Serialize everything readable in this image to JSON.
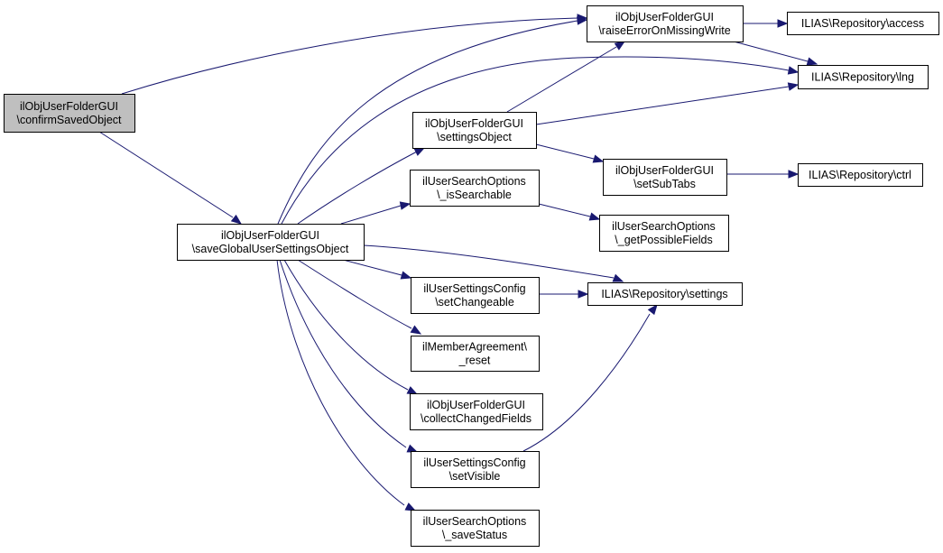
{
  "diagram": {
    "type": "call-graph",
    "colors": {
      "edge": "#191970",
      "root_fill": "#bfbfbf",
      "node_fill": "#ffffff",
      "border": "#000000"
    },
    "nodes": [
      {
        "id": "confirm",
        "lines": [
          "ilObjUserFolderGUI",
          "\\confirmSavedObject"
        ],
        "root": true
      },
      {
        "id": "saveGlobal",
        "lines": [
          "ilObjUserFolderGUI",
          "\\saveGlobalUserSettingsObject"
        ]
      },
      {
        "id": "raiseError",
        "lines": [
          "ilObjUserFolderGUI",
          "\\raiseErrorOnMissingWrite"
        ]
      },
      {
        "id": "access",
        "lines": [
          "ILIAS\\Repository\\access"
        ]
      },
      {
        "id": "lng",
        "lines": [
          "ILIAS\\Repository\\lng"
        ]
      },
      {
        "id": "settingsObject",
        "lines": [
          "ilObjUserFolderGUI",
          "\\settingsObject"
        ]
      },
      {
        "id": "setSubTabs",
        "lines": [
          "ilObjUserFolderGUI",
          "\\setSubTabs"
        ]
      },
      {
        "id": "ctrl",
        "lines": [
          "ILIAS\\Repository\\ctrl"
        ]
      },
      {
        "id": "isSearchable",
        "lines": [
          "ilUserSearchOptions",
          "\\_isSearchable"
        ]
      },
      {
        "id": "getPossibleFields",
        "lines": [
          "ilUserSearchOptions",
          "\\_getPossibleFields"
        ]
      },
      {
        "id": "settings",
        "lines": [
          "ILIAS\\Repository\\settings"
        ]
      },
      {
        "id": "setChangeable",
        "lines": [
          "ilUserSettingsConfig",
          "\\setChangeable"
        ]
      },
      {
        "id": "reset",
        "lines": [
          "ilMemberAgreement\\",
          "_reset"
        ]
      },
      {
        "id": "collectChangedFields",
        "lines": [
          "ilObjUserFolderGUI",
          "\\collectChangedFields"
        ]
      },
      {
        "id": "setVisible",
        "lines": [
          "ilUserSettingsConfig",
          "\\setVisible"
        ]
      },
      {
        "id": "saveStatus",
        "lines": [
          "ilUserSearchOptions",
          "\\_saveStatus"
        ]
      }
    ],
    "edges": [
      {
        "from": "confirm",
        "to": "raiseError"
      },
      {
        "from": "confirm",
        "to": "saveGlobal"
      },
      {
        "from": "saveGlobal",
        "to": "raiseError"
      },
      {
        "from": "saveGlobal",
        "to": "lng"
      },
      {
        "from": "saveGlobal",
        "to": "settingsObject"
      },
      {
        "from": "saveGlobal",
        "to": "isSearchable"
      },
      {
        "from": "saveGlobal",
        "to": "settings"
      },
      {
        "from": "saveGlobal",
        "to": "setChangeable"
      },
      {
        "from": "saveGlobal",
        "to": "reset"
      },
      {
        "from": "saveGlobal",
        "to": "collectChangedFields"
      },
      {
        "from": "saveGlobal",
        "to": "setVisible"
      },
      {
        "from": "saveGlobal",
        "to": "saveStatus"
      },
      {
        "from": "raiseError",
        "to": "access"
      },
      {
        "from": "raiseError",
        "to": "lng"
      },
      {
        "from": "settingsObject",
        "to": "raiseError"
      },
      {
        "from": "settingsObject",
        "to": "lng"
      },
      {
        "from": "settingsObject",
        "to": "setSubTabs"
      },
      {
        "from": "setSubTabs",
        "to": "ctrl"
      },
      {
        "from": "isSearchable",
        "to": "getPossibleFields"
      },
      {
        "from": "setChangeable",
        "to": "settings"
      },
      {
        "from": "setVisible",
        "to": "settings"
      }
    ]
  }
}
